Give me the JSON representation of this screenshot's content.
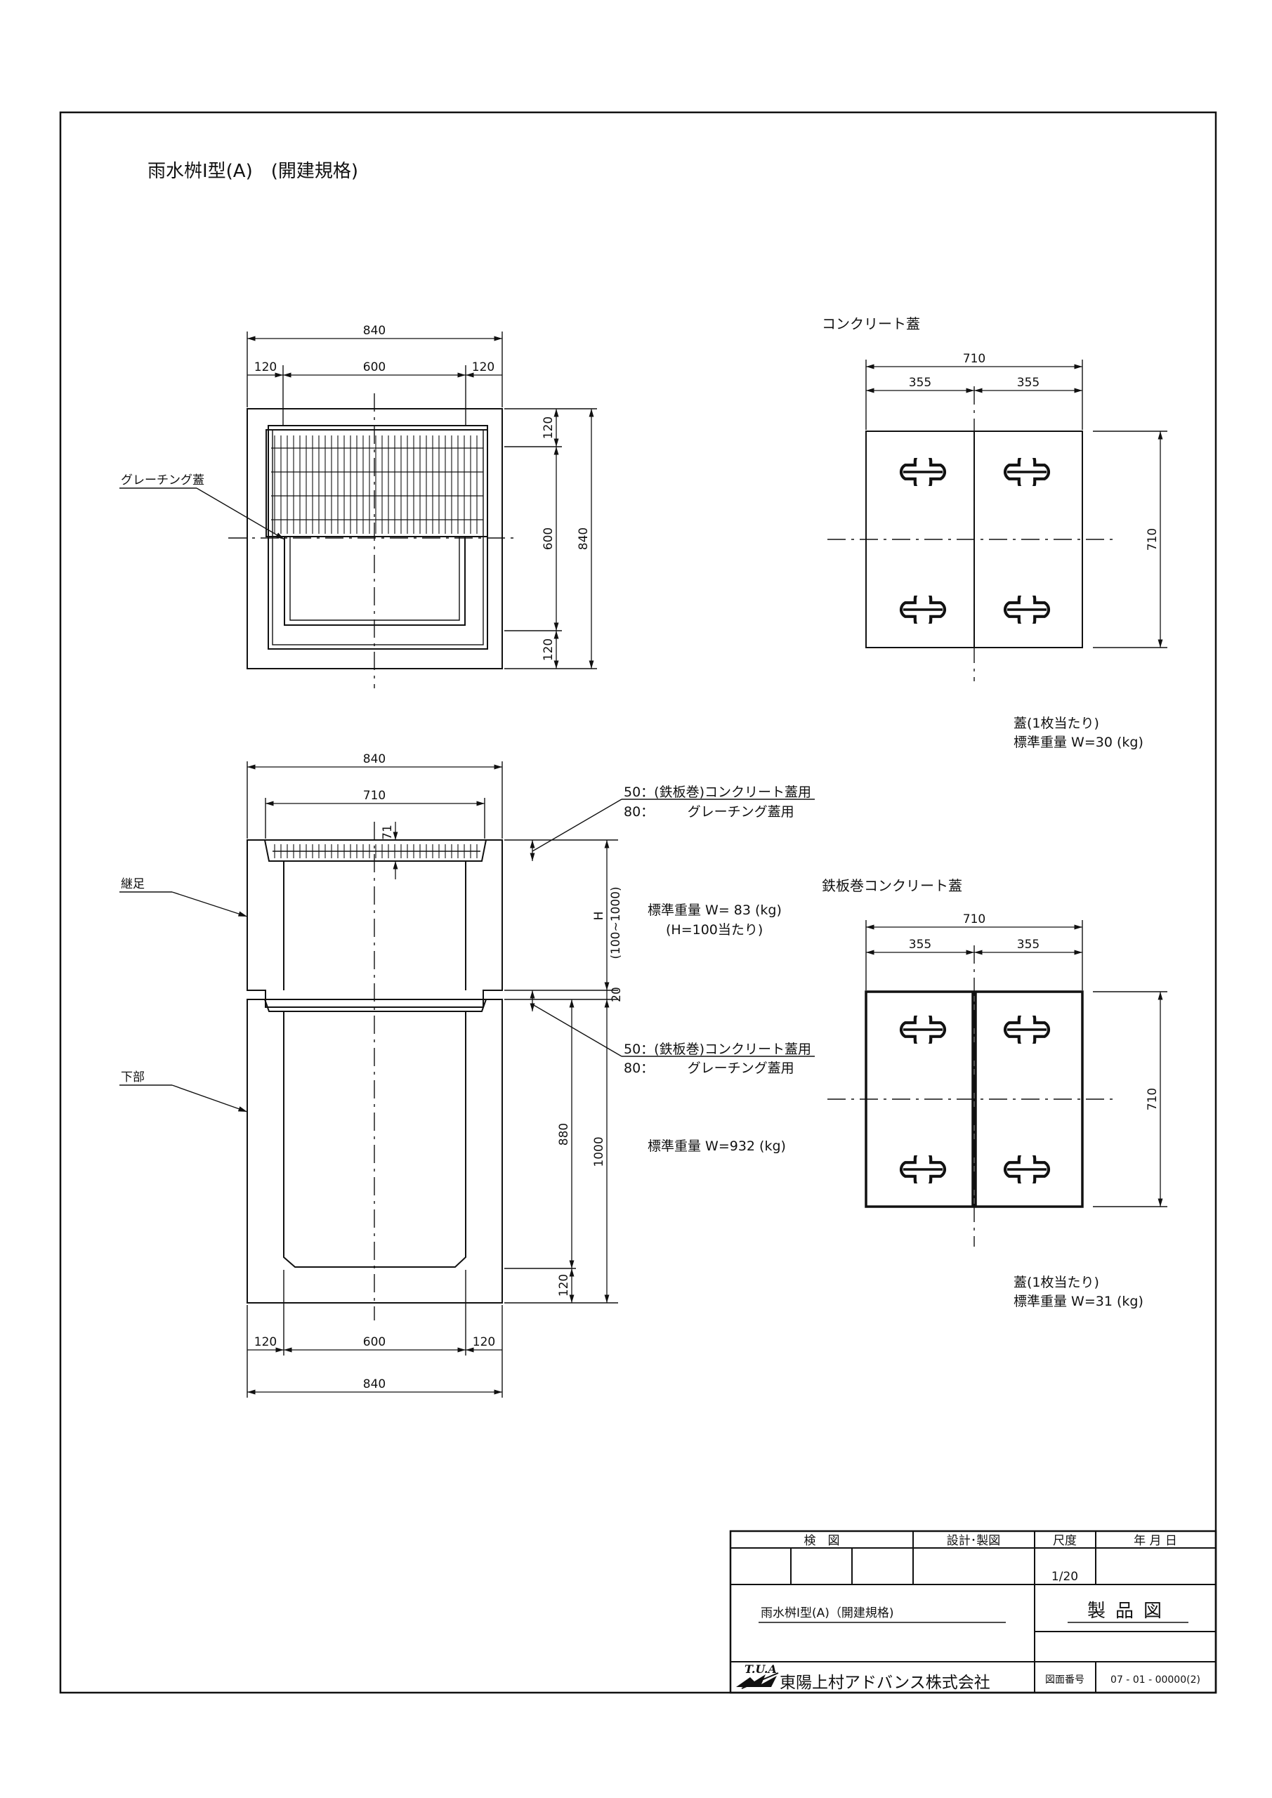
{
  "drawing": {
    "title": "雨水桝Ⅰ型(A)　(開建規格)",
    "plan_view": {
      "dims": {
        "overall_w": "840",
        "left_wall": "120",
        "inner": "600",
        "right_wall": "120",
        "right_top": "120",
        "right_mid": "600",
        "right_bottom": "120",
        "right_overall": "840"
      },
      "grating_label": "グレーチング蓋"
    },
    "section_view": {
      "dims": {
        "top_overall": "840",
        "cover_width": "710",
        "cover_thk": "71",
        "h_label": "H",
        "h_range": "(100~1000)",
        "joint": "20",
        "lower_inner": "880",
        "lower_total": "1000",
        "lower_bottom": "120",
        "bottom_left": "120",
        "bottom_inner": "600",
        "bottom_right": "120",
        "bottom_overall": "840"
      },
      "upper_note_1": "50：(鉄板巻)コンクリート蓋用",
      "upper_note_2": "80：　　　グレーチング蓋用",
      "lower_note_1": "50：(鉄板巻)コンクリート蓋用",
      "lower_note_2": "80：　　　グレーチング蓋用",
      "label_upper": "継足",
      "label_lower": "下部",
      "weight_upper": "標準重量 W= 83 (kg)",
      "weight_upper_note": "(H=100当たり)",
      "weight_lower": "標準重量 W=932 (kg)"
    },
    "concrete_cover": {
      "heading": "コンクリート蓋",
      "dim_total": "710",
      "dim_left": "355",
      "dim_right": "355",
      "dim_side": "710",
      "note_1": "蓋(1枚当たり)",
      "note_2": "標準重量 W=30 (kg)"
    },
    "steel_cover": {
      "heading": "鉄板巻コンクリート蓋",
      "dim_total": "710",
      "dim_left": "355",
      "dim_right": "355",
      "dim_side": "710",
      "note_1": "蓋(1枚当たり)",
      "note_2": "標準重量 W=31 (kg)"
    }
  },
  "title_block": {
    "check": "検　図",
    "design": "設計･製図",
    "scale_label": "尺度",
    "date_label": "年 月 日",
    "scale": "1/20",
    "product_name": "雨水桝Ⅰ型(A)（開建規格)",
    "drawing_type": "製品図",
    "logo_text": "T.U.A",
    "company": "東陽上村アドバンス株式会社",
    "number_label": "図面番号",
    "number": "07 - 01 - 00000(2)"
  }
}
